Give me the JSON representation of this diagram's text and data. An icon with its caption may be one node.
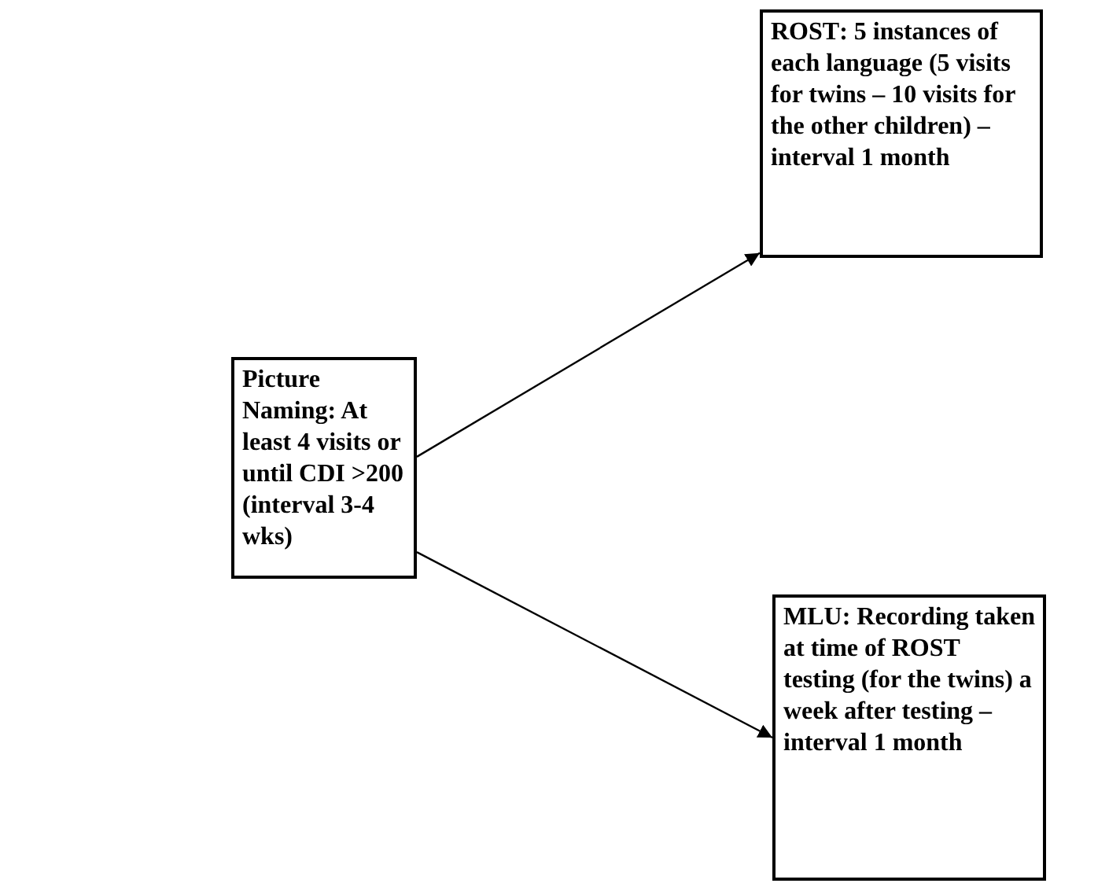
{
  "diagram": {
    "nodes": [
      {
        "text": [
          "**Picture Naming**: At least 4 visits or until CDI >200 (interval 3-4 wks)"
        ]
      },
      {
        "text": [
          "**ROST**: 5 instances of each language (5 visits for twins – 10 visits for the other children) – interval 1 month"
        ]
      },
      {
        "text": [
          "**MLU**: Recording taken at time of ROST testing (for the twins) a week after testing – interval 1 month"
        ]
      }
    ],
    "edges": [
      {
        "from": 0,
        "to": 1,
        "arrow": "to"
      },
      {
        "from": 0,
        "to": 2,
        "arrow": "to"
      }
    ]
  }
}
